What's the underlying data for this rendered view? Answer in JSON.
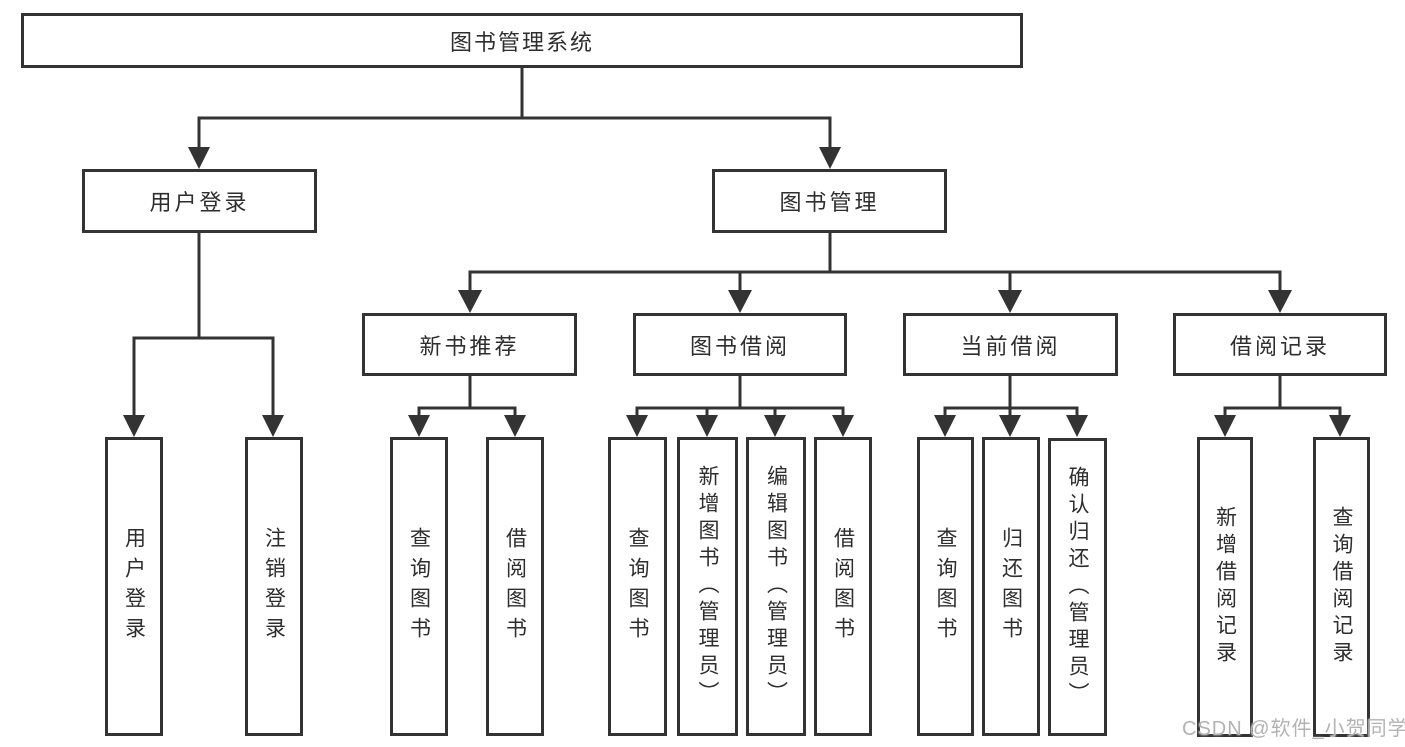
{
  "tree": {
    "root": "图书管理系统",
    "branches": [
      {
        "label": "用户登录",
        "children": [
          {
            "label": "用户登录"
          },
          {
            "label": "注销登录"
          }
        ]
      },
      {
        "label": "图书管理",
        "children": [
          {
            "label": "新书推荐",
            "children": [
              {
                "label": "查询图书"
              },
              {
                "label": "借阅图书"
              }
            ]
          },
          {
            "label": "图书借阅",
            "children": [
              {
                "label": "查询图书"
              },
              {
                "label": "新增图书（管理员）"
              },
              {
                "label": "编辑图书（管理员）"
              },
              {
                "label": "借阅图书"
              }
            ]
          },
          {
            "label": "当前借阅",
            "children": [
              {
                "label": "查询图书"
              },
              {
                "label": "归还图书"
              },
              {
                "label": "确认归还（管理员）"
              }
            ]
          },
          {
            "label": "借阅记录",
            "children": [
              {
                "label": "新增借阅记录"
              },
              {
                "label": "查询借阅记录"
              }
            ]
          }
        ]
      }
    ]
  },
  "watermark": "CSDN @软件_小贺同学",
  "colors": {
    "line": "#333333",
    "box_border": "#333333",
    "box_fill": "#ffffff",
    "text": "#2e2e2e",
    "watermark": "#b3b3b3"
  }
}
